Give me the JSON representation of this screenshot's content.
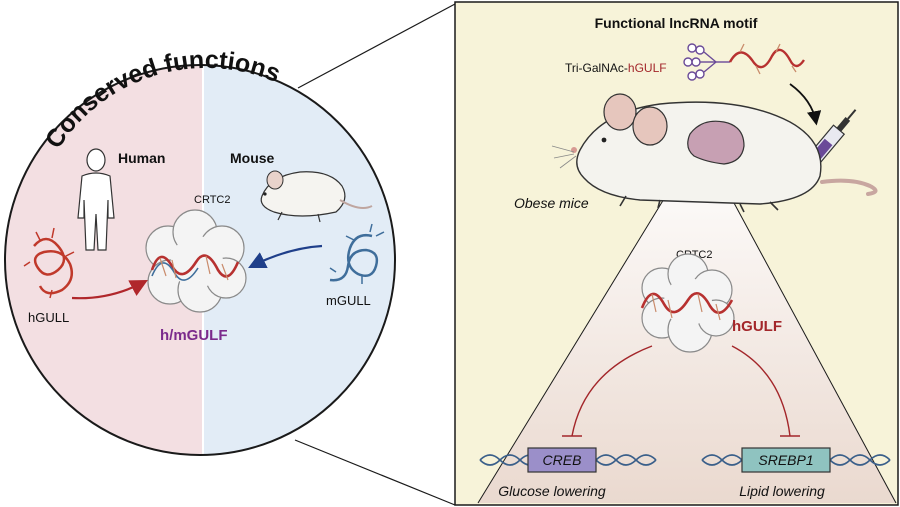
{
  "left_panel": {
    "title": "Conserved functions",
    "human_label": "Human",
    "mouse_label": "Mouse",
    "protein_label": "CRTC2",
    "human_rna_label": "hGULL",
    "mouse_rna_label": "mGULL",
    "motif_label": "h/mGULF"
  },
  "right_panel": {
    "title": "Functional lncRNA motif",
    "conjugate_prefix": "Tri-GalNAc-",
    "conjugate_name": "hGULF",
    "mouse_label": "Obese mice",
    "protein_label": "CRTC2",
    "motif_label": "hGULF",
    "genes": [
      {
        "name": "CREB",
        "effect": "Glucose lowering"
      },
      {
        "name": "SREBP1",
        "effect": "Lipid lowering"
      }
    ]
  },
  "colors": {
    "human_bg": "#f3dfe2",
    "mouse_bg": "#e2ecf6",
    "right_bg": "#f7f3d9",
    "motif_purple": "#7b2a8c",
    "hgulf_red": "#a3262a",
    "rna_red": "#c0392b",
    "rna_blue": "#3f6e9b",
    "creb_box": "#9b8fc9",
    "srebp_box": "#8fc3c0"
  }
}
